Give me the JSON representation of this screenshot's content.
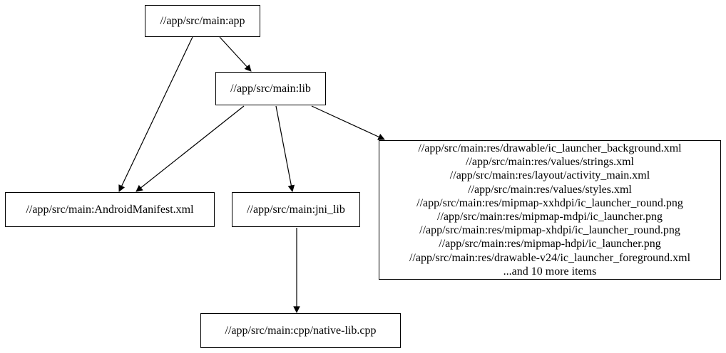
{
  "graph": {
    "type": "dependency-graph",
    "direction": "top-down",
    "colors": {
      "background": "#ffffff",
      "node_fill": "#ffffff",
      "node_border": "#000000",
      "edge": "#000000",
      "text": "#000000"
    },
    "nodes": {
      "app": {
        "label": "//app/src/main:app"
      },
      "lib": {
        "label": "//app/src/main:lib"
      },
      "android_manifest": {
        "label": "//app/src/main:AndroidManifest.xml"
      },
      "jni_lib": {
        "label": "//app/src/main:jni_lib"
      },
      "resources": {
        "lines": [
          "//app/src/main:res/drawable/ic_launcher_background.xml",
          "//app/src/main:res/values/strings.xml",
          "//app/src/main:res/layout/activity_main.xml",
          "//app/src/main:res/values/styles.xml",
          "//app/src/main:res/mipmap-xxhdpi/ic_launcher_round.png",
          "//app/src/main:res/mipmap-mdpi/ic_launcher.png",
          "//app/src/main:res/mipmap-xhdpi/ic_launcher_round.png",
          "//app/src/main:res/mipmap-hdpi/ic_launcher.png",
          "//app/src/main:res/drawable-v24/ic_launcher_foreground.xml",
          "...and 10 more items"
        ]
      },
      "native_lib": {
        "label": "//app/src/main:cpp/native-lib.cpp"
      }
    },
    "edges": [
      {
        "from": "app",
        "to": "lib"
      },
      {
        "from": "app",
        "to": "android_manifest"
      },
      {
        "from": "lib",
        "to": "android_manifest"
      },
      {
        "from": "lib",
        "to": "jni_lib"
      },
      {
        "from": "lib",
        "to": "resources"
      },
      {
        "from": "jni_lib",
        "to": "native_lib"
      }
    ]
  }
}
